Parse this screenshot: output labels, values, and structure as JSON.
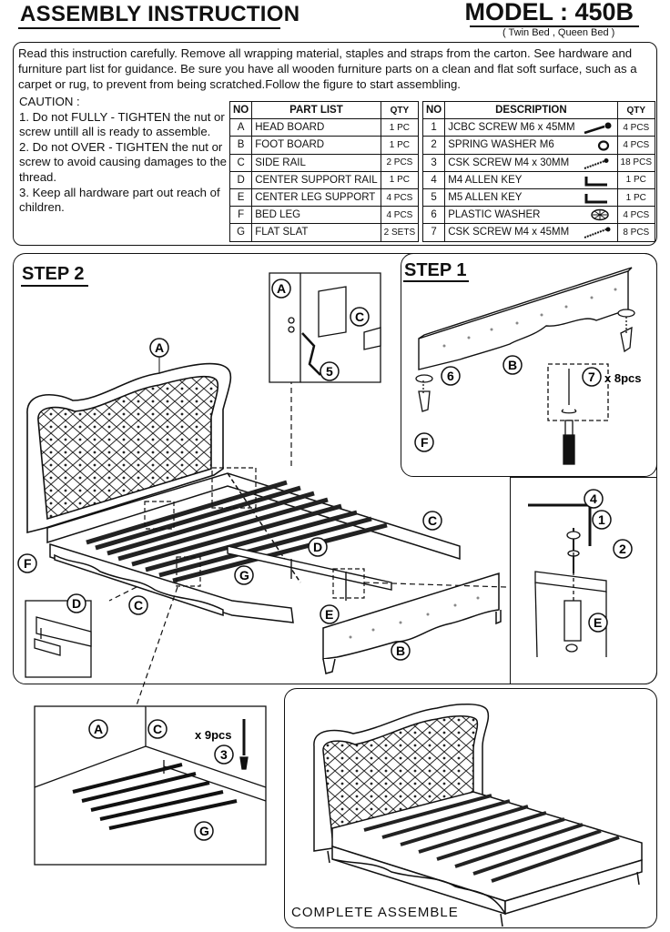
{
  "header": {
    "title": "ASSEMBLY INSTRUCTION",
    "model": "MODEL : 450B",
    "subtitle": "( Twin Bed , Queen Bed )"
  },
  "intro": "Read this  instruction carefully. Remove all wrapping material, staples and straps from the carton. See hardware and furniture part list for guidance. Be sure you have all wooden furniture parts on a clean and flat soft surface, such as a carpet or rug, to prevent from being scratched.Follow the figure to start assembling.",
  "caution": {
    "title": "CAUTION :",
    "items": [
      "1. Do not FULLY - TIGHTEN the nut or screw untill all is ready to assemble.",
      "2. Do not OVER -  TIGHTEN the nut or screw to avoid causing damages to the thread.",
      "3. Keep all hardware part out reach of children."
    ]
  },
  "part_list": {
    "headers": [
      "NO",
      "PART LIST",
      "QTY"
    ],
    "rows": [
      {
        "no": "A",
        "name": "HEAD BOARD",
        "qty": "1 PC"
      },
      {
        "no": "B",
        "name": "FOOT BOARD",
        "qty": "1 PC"
      },
      {
        "no": "C",
        "name": "SIDE RAIL",
        "qty": "2 PCS"
      },
      {
        "no": "D",
        "name": "CENTER SUPPORT RAIL",
        "qty": "1 PC"
      },
      {
        "no": "E",
        "name": "CENTER LEG SUPPORT",
        "qty": "4 PCS"
      },
      {
        "no": "F",
        "name": "BED LEG",
        "qty": "4 PCS"
      },
      {
        "no": "G",
        "name": "FLAT SLAT",
        "qty": "2 SETS"
      }
    ]
  },
  "hardware_list": {
    "headers": [
      "NO",
      "DESCRIPTION",
      "QTY"
    ],
    "rows": [
      {
        "no": "1",
        "name": "JCBC SCREW M6 x 45MM",
        "qty": "4 PCS",
        "icon": "bolt-icon"
      },
      {
        "no": "2",
        "name": "SPRING WASHER  M6",
        "qty": "4 PCS",
        "icon": "washer-icon"
      },
      {
        "no": "3",
        "name": "CSK SCREW M4 x 30MM",
        "qty": "18 PCS",
        "icon": "screw-icon"
      },
      {
        "no": "4",
        "name": "M4 ALLEN KEY",
        "qty": "1 PC",
        "icon": "allen-key-icon"
      },
      {
        "no": "5",
        "name": "M5 ALLEN KEY",
        "qty": "1 PC",
        "icon": "allen-key-icon"
      },
      {
        "no": "6",
        "name": "PLASTIC WASHER",
        "qty": "4 PCS",
        "icon": "plastic-washer-icon"
      },
      {
        "no": "7",
        "name": "CSK SCREW M4 x 45MM",
        "qty": "8 PCS",
        "icon": "screw-icon"
      }
    ]
  },
  "steps": {
    "step1": "STEP 1",
    "step2": "STEP 2",
    "step1_count": "x 8pcs",
    "step3_count": "x 9pcs",
    "complete": "COMPLETE  ASSEMBLE"
  },
  "callouts": {
    "A": "A",
    "B": "B",
    "C": "C",
    "D": "D",
    "E": "E",
    "F": "F",
    "G": "G",
    "n1": "1",
    "n2": "2",
    "n3": "3",
    "n4": "4",
    "n5": "5",
    "n6": "6",
    "n7": "7"
  }
}
